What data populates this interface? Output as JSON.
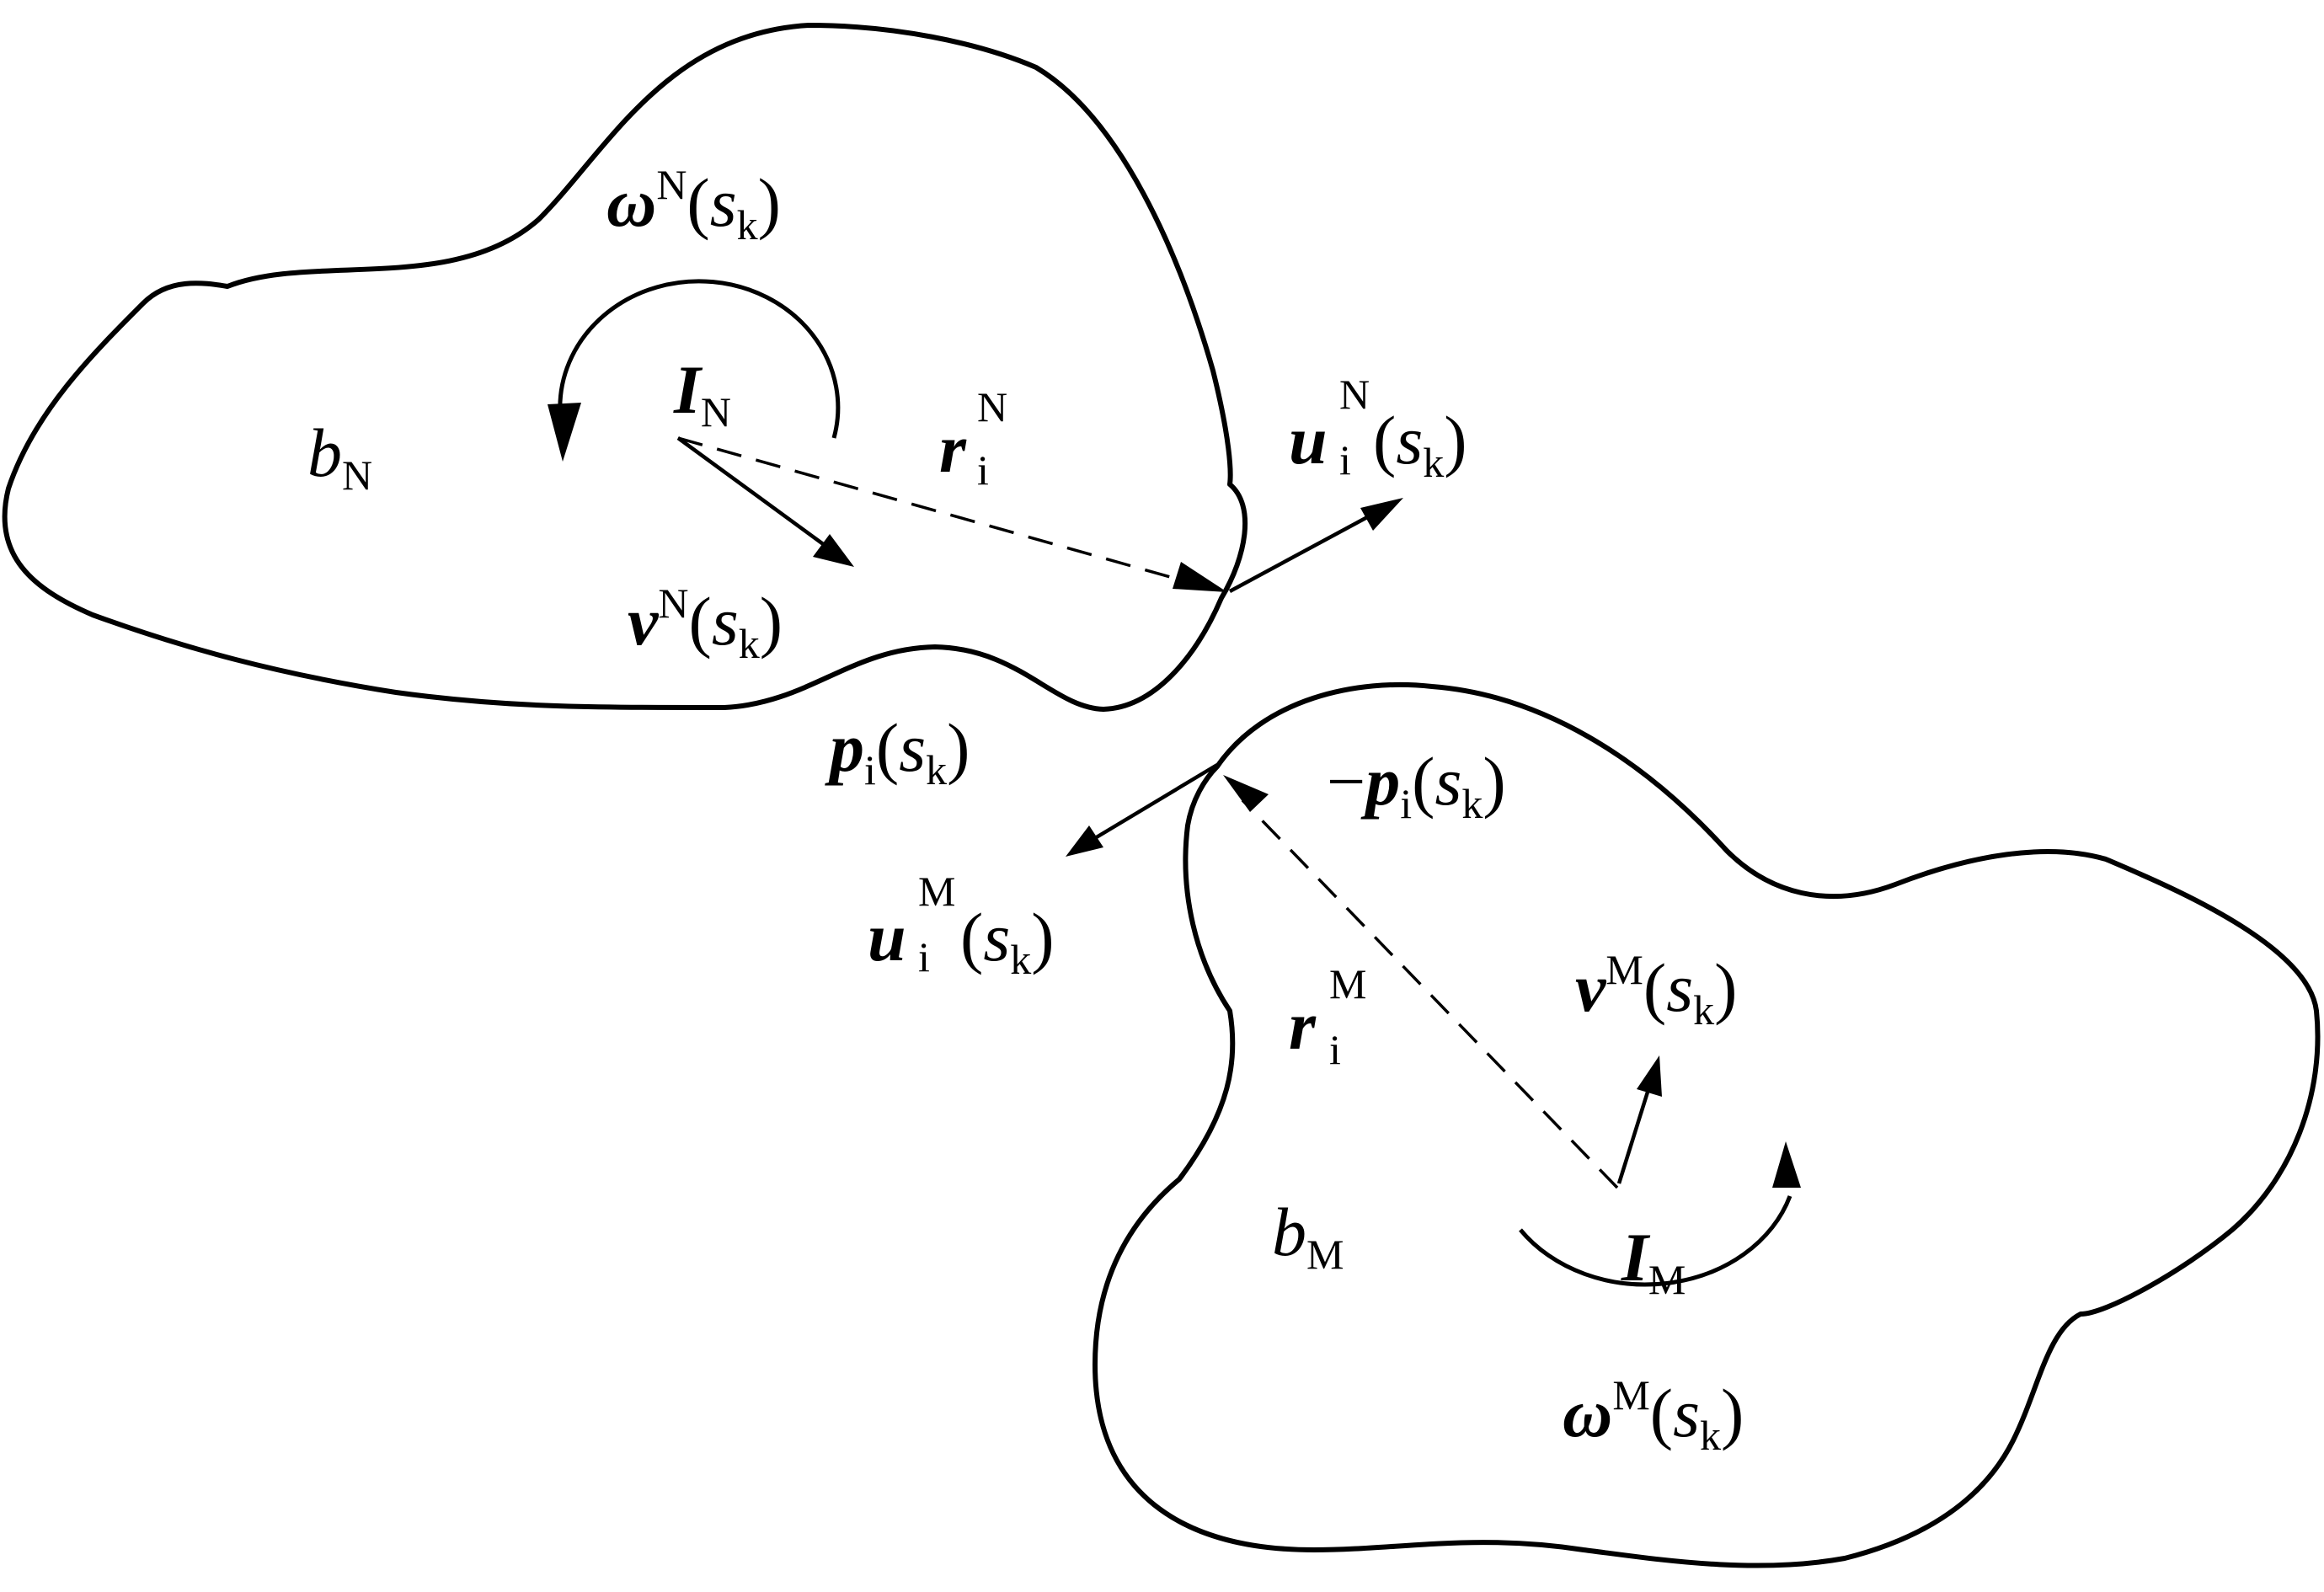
{
  "bodies": {
    "N": {
      "label_base": "b",
      "label_sub": "N"
    },
    "M": {
      "label_base": "b",
      "label_sub": "M"
    }
  },
  "labels": {
    "omega_N": {
      "base": "ω",
      "sup": "N",
      "open": "(",
      "arg": "s",
      "arg_sub": "k",
      "close": ")"
    },
    "I_N": {
      "base": "I",
      "sub": "N"
    },
    "r_N": {
      "base": "r",
      "sub": "i",
      "sup": "N"
    },
    "u_N": {
      "base": "u",
      "sub": "i",
      "sup": "N",
      "open": "(",
      "arg": "s",
      "arg_sub": "k",
      "close": ")"
    },
    "v_N": {
      "base": "v",
      "sup": "N",
      "open": "(",
      "arg": "s",
      "arg_sub": "k",
      "close": ")"
    },
    "p_i": {
      "base": "p",
      "sub": "i",
      "open": "(",
      "arg": "s",
      "arg_sub": "k",
      "close": ")"
    },
    "neg_p_i": {
      "minus": "−",
      "base": "p",
      "sub": "i",
      "open": "(",
      "arg": "s",
      "arg_sub": "k",
      "close": ")"
    },
    "u_M": {
      "base": "u",
      "sub": "i",
      "sup": "M",
      "open": "(",
      "arg": "s",
      "arg_sub": "k",
      "close": ")"
    },
    "r_M": {
      "base": "r",
      "sub": "i",
      "sup": "M"
    },
    "v_M": {
      "base": "v",
      "sup": "M",
      "open": "(",
      "arg": "s",
      "arg_sub": "k",
      "close": ")"
    },
    "I_M": {
      "base": "I",
      "sub": "M"
    },
    "omega_M": {
      "base": "ω",
      "sup": "M",
      "open": "(",
      "arg": "s",
      "arg_sub": "k",
      "close": ")"
    }
  }
}
